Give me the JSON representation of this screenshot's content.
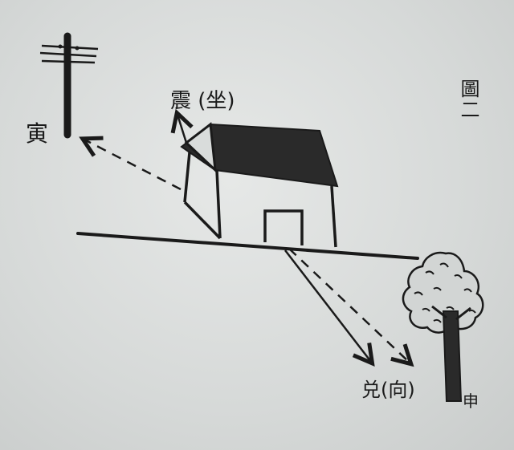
{
  "labels": {
    "sit": "震 (坐)",
    "yin": "寅",
    "face": "兑(向)",
    "shen": "申",
    "figure": "圖二"
  },
  "colors": {
    "ink": "#1a1a1a",
    "paper": "#dfe1e0"
  }
}
